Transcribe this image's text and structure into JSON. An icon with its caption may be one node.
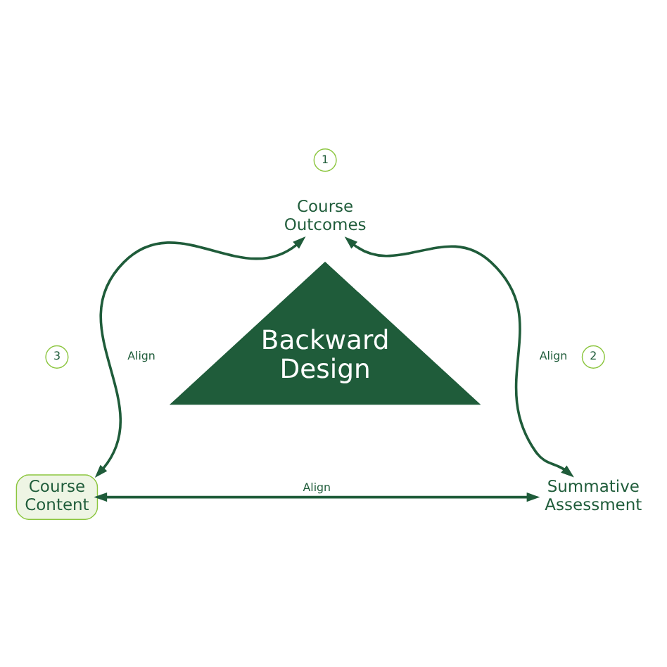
{
  "diagram": {
    "nodes": [
      {
        "text": [
          "Backward Design"
        ]
      },
      {
        "text": [
          "1"
        ]
      },
      {
        "text": [
          "Course Outcomes"
        ]
      },
      {
        "text": [
          "2"
        ]
      },
      {
        "text": [
          "Summative Assessment"
        ]
      },
      {
        "text": [
          "3"
        ]
      },
      {
        "text": [
          "Course Content"
        ]
      }
    ],
    "edges": [
      {
        "from": 2,
        "to": 6,
        "arrow": "both",
        "label": "Align"
      },
      {
        "from": 2,
        "to": 4,
        "arrow": "both",
        "label": "Align"
      },
      {
        "from": 6,
        "to": 4,
        "arrow": "both",
        "label": "Align"
      }
    ]
  }
}
